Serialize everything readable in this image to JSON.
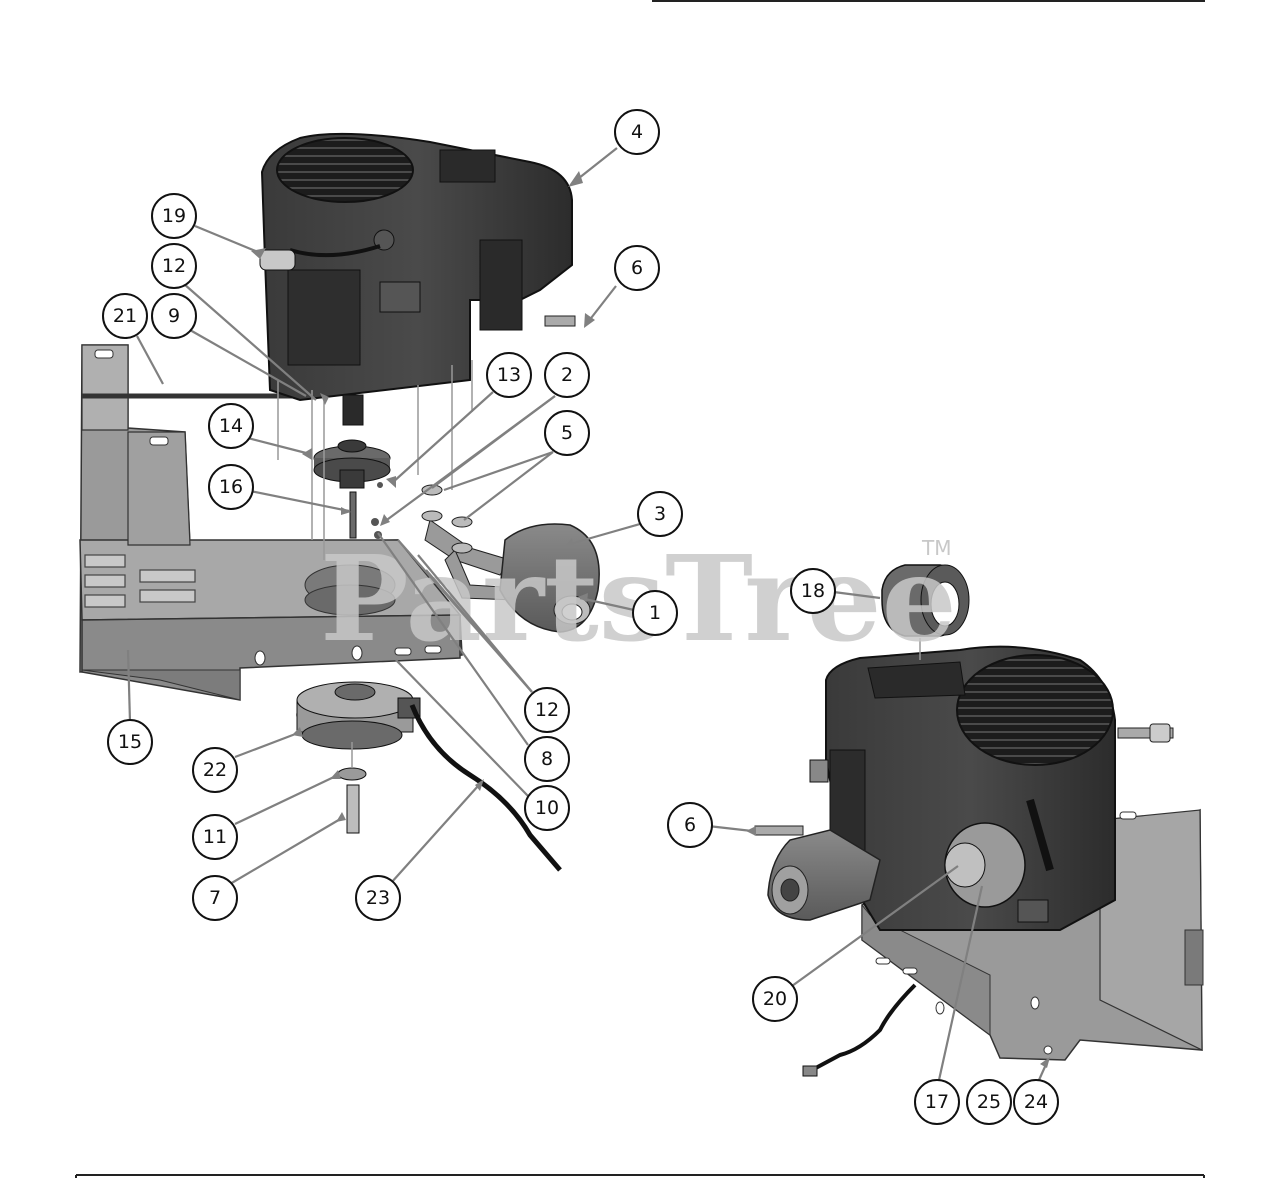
{
  "watermark": {
    "text": "PartsTree",
    "tm": "TM"
  },
  "callouts": [
    {
      "id": "c4",
      "label": "4"
    },
    {
      "id": "c19",
      "label": "19"
    },
    {
      "id": "c6a",
      "label": "6"
    },
    {
      "id": "c12a",
      "label": "12"
    },
    {
      "id": "c21",
      "label": "21"
    },
    {
      "id": "c9",
      "label": "9"
    },
    {
      "id": "c13",
      "label": "13"
    },
    {
      "id": "c2",
      "label": "2"
    },
    {
      "id": "c14",
      "label": "14"
    },
    {
      "id": "c5",
      "label": "5"
    },
    {
      "id": "c16",
      "label": "16"
    },
    {
      "id": "c3",
      "label": "3"
    },
    {
      "id": "c18",
      "label": "18"
    },
    {
      "id": "c1",
      "label": "1"
    },
    {
      "id": "c12b",
      "label": "12"
    },
    {
      "id": "c15",
      "label": "15"
    },
    {
      "id": "c8",
      "label": "8"
    },
    {
      "id": "c22",
      "label": "22"
    },
    {
      "id": "c10",
      "label": "10"
    },
    {
      "id": "c6b",
      "label": "6"
    },
    {
      "id": "c11",
      "label": "11"
    },
    {
      "id": "c7",
      "label": "7"
    },
    {
      "id": "c23",
      "label": "23"
    },
    {
      "id": "c20",
      "label": "20"
    },
    {
      "id": "c17",
      "label": "17"
    },
    {
      "id": "c25",
      "label": "25"
    },
    {
      "id": "c24",
      "label": "24"
    }
  ]
}
